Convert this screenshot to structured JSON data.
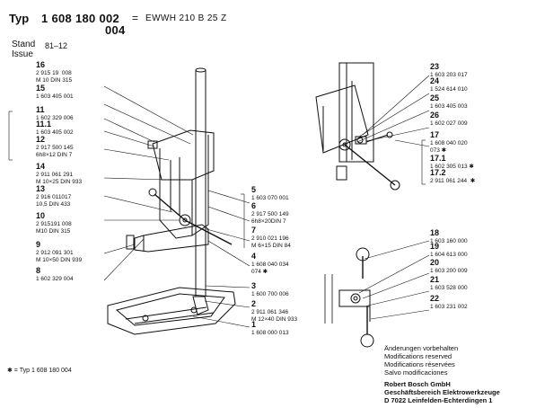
{
  "header": {
    "typ_label": "Typ",
    "type_number": "1 608 180 002",
    "type_variant": "004",
    "equals": "=",
    "model": "EWWH 210 B 25 Z",
    "stand_issue_label": "Stand\nIssue",
    "stand_issue_value": "81–12"
  },
  "parts_left": [
    {
      "no": "16",
      "codes": "2 915 19  008\nM 10 DIN 315"
    },
    {
      "no": "15",
      "codes": "1 603 405 001"
    },
    {
      "no": "11",
      "codes": "1 602 329 006"
    },
    {
      "no": "11.1",
      "codes": "1 603 405 002"
    },
    {
      "no": "12",
      "codes": "2 917 500 145\n6h8×12 DIN 7"
    },
    {
      "no": "14",
      "codes": "2 911 061 291\nM 10×25 DIN 933"
    },
    {
      "no": "13",
      "codes": "2 916 011017\n10,5 DIN 433"
    },
    {
      "no": "10",
      "codes": "2 915191 008\nM10 DIN 315"
    },
    {
      "no": "9",
      "codes": "2 912 091 301\nM 10×50 DIN 939"
    },
    {
      "no": "8",
      "codes": "1 602 329 004"
    }
  ],
  "parts_middle": [
    {
      "no": "5",
      "codes": "1 603 070 001"
    },
    {
      "no": "6",
      "codes": "2 917 500 149\n6h8×20DIN 7"
    },
    {
      "no": "7",
      "codes": "2 910 021 196\nM 6×15 DIN 84"
    },
    {
      "no": "4",
      "codes": "1 608 040 034\n074 ✱"
    },
    {
      "no": "3",
      "codes": "1 600 700 006"
    },
    {
      "no": "2",
      "codes": "2 911 061 346\nM 12×40 DIN 933"
    },
    {
      "no": "1",
      "codes": "1 608 000 013"
    }
  ],
  "parts_right_top": [
    {
      "no": "23",
      "codes": "1 603 203 017"
    },
    {
      "no": "24",
      "codes": "1 524 614 010"
    },
    {
      "no": "25",
      "codes": "1 603 405 003"
    },
    {
      "no": "26",
      "codes": "1 602 027 009"
    },
    {
      "no": "17",
      "codes": "1 608 040 020\n073 ✱"
    },
    {
      "no": "17.1",
      "codes": "1 602 305 013 ✱"
    },
    {
      "no": "17.2",
      "codes": "2 911 061 244  ✱"
    }
  ],
  "parts_right_bottom": [
    {
      "no": "18",
      "codes": "1 603 160 000"
    },
    {
      "no": "19",
      "codes": "1 604 613 000"
    },
    {
      "no": "20",
      "codes": "1 603 200 009"
    },
    {
      "no": "21",
      "codes": "1 603 528 000"
    },
    {
      "no": "22",
      "codes": "1 603 231 002"
    }
  ],
  "footnote": "✱ = Typ  1 608 180 004",
  "notes": "Änderungen vorbehalten\nModifications reserved\nModifications réservées\nSalvo modificaciones",
  "company": "Robert Bosch GmbH\nGeschäftsbereich Elektrowerkzeuge\nD 7022 Leinfelden-Echterdingen 1"
}
